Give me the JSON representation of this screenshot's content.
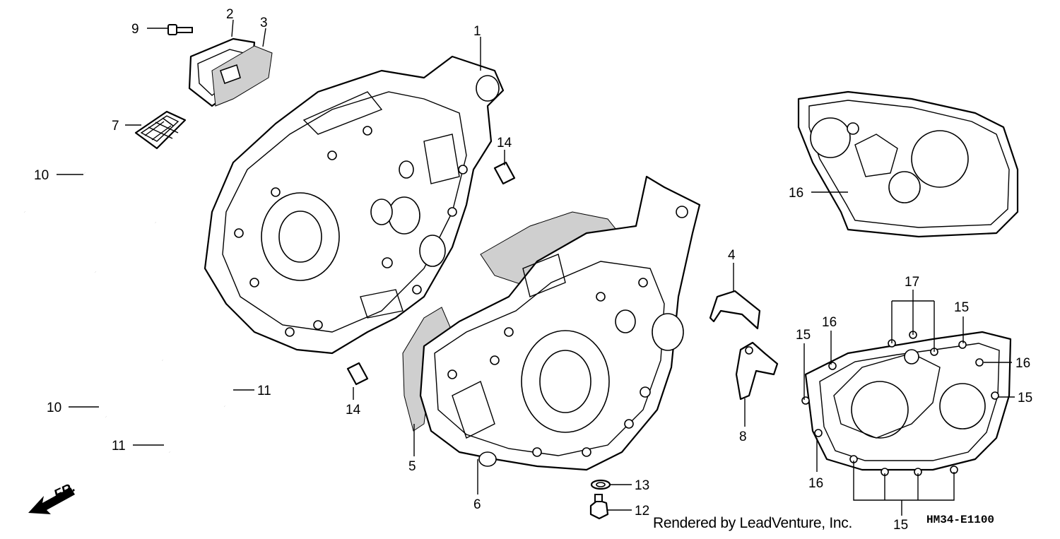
{
  "diagram": {
    "callouts": [
      {
        "id": "1",
        "text": "1"
      },
      {
        "id": "2",
        "text": "2"
      },
      {
        "id": "3",
        "text": "3"
      },
      {
        "id": "4",
        "text": "4"
      },
      {
        "id": "5",
        "text": "5"
      },
      {
        "id": "6",
        "text": "6"
      },
      {
        "id": "7",
        "text": "7"
      },
      {
        "id": "8",
        "text": "8"
      },
      {
        "id": "9",
        "text": "9"
      },
      {
        "id": "10a",
        "text": "10"
      },
      {
        "id": "10b",
        "text": "10"
      },
      {
        "id": "11a",
        "text": "11"
      },
      {
        "id": "11b",
        "text": "11"
      },
      {
        "id": "12",
        "text": "12"
      },
      {
        "id": "13",
        "text": "13"
      },
      {
        "id": "14a",
        "text": "14"
      },
      {
        "id": "14b",
        "text": "14"
      },
      {
        "id": "15a",
        "text": "15"
      },
      {
        "id": "15b",
        "text": "15"
      },
      {
        "id": "15c",
        "text": "15"
      },
      {
        "id": "15d",
        "text": "15"
      },
      {
        "id": "16a",
        "text": "16"
      },
      {
        "id": "16b",
        "text": "16"
      },
      {
        "id": "16c",
        "text": "16"
      },
      {
        "id": "16d",
        "text": "16"
      },
      {
        "id": "17",
        "text": "17"
      }
    ],
    "front_arrow_label": "FR.",
    "watermark": "Rendered by LeadVenture, Inc.",
    "reference_code": "HM34-E1100"
  }
}
